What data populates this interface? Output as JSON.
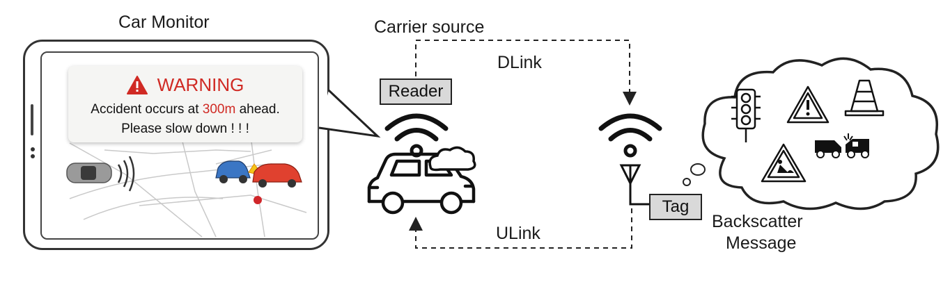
{
  "labels": {
    "car_monitor": "Car Monitor",
    "carrier_source": "Carrier source",
    "dlink": "DLink",
    "ulink": "ULink",
    "reader": "Reader",
    "tag": "Tag",
    "backscatter_line1": "Backscatter",
    "backscatter_line2": "Message"
  },
  "warning": {
    "title": "WARNING",
    "line1_before": "Accident occurs at ",
    "line1_highlight": "300m",
    "line1_after": " ahead.",
    "line2": "Please slow down ! ! !"
  },
  "icons": [
    "warning-triangle-icon",
    "car-icon",
    "crash-icon",
    "wifi-icon",
    "antenna-icon",
    "cloud-icon",
    "traffic-light-icon",
    "caution-sign-icon",
    "traffic-cone-icon",
    "road-work-sign-icon",
    "collision-icon"
  ],
  "colors": {
    "warning": "#d02a24",
    "box_fill": "#d9d9d9",
    "accident_dot": "#d0262a"
  }
}
